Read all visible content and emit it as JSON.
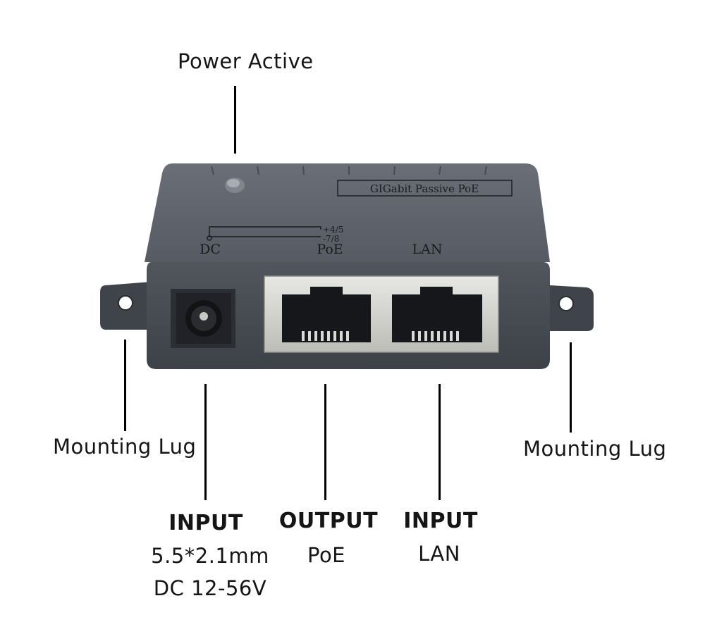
{
  "callouts": {
    "power_active": "Power Active",
    "mounting_lug_left": "Mounting Lug",
    "mounting_lug_right": "Mounting Lug",
    "dc_input": {
      "title": "INPUT",
      "line1": "5.5*2.1mm",
      "line2": "DC 12-56V"
    },
    "poe_output": {
      "title": "OUTPUT",
      "line1": "PoE"
    },
    "lan_input": {
      "title": "INPUT",
      "line1": "LAN"
    }
  },
  "device": {
    "badge": "GIGabit Passive PoE",
    "port_labels": {
      "dc": "DC",
      "poe": "PoE",
      "lan": "LAN"
    },
    "pin_labels": {
      "pos": "+4/5",
      "neg": "-7/8"
    },
    "colors": {
      "body": "#5b6068",
      "body_dark": "#3c4047",
      "port_shell": "#d8d8d4",
      "socket": "#15171a"
    }
  }
}
